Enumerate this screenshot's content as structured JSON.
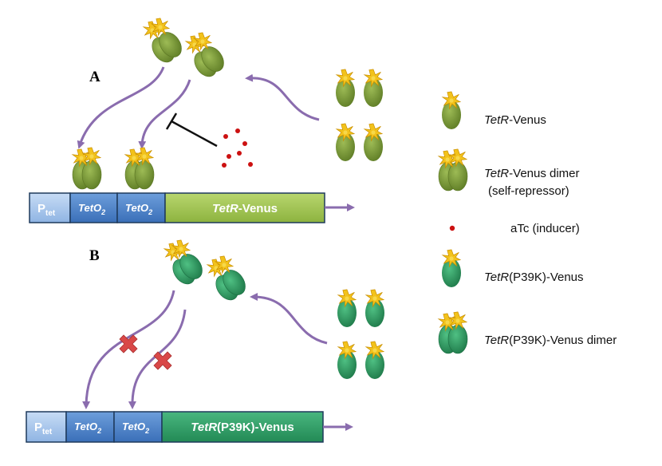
{
  "panels": {
    "a_label": "A",
    "b_label": "B"
  },
  "construct_a": {
    "ptet": "P",
    "ptet_sub": "tet",
    "teto1": "TetO",
    "teto1_sub": "2",
    "teto2": "TetO",
    "teto2_sub": "2",
    "gene_italic": "TetR",
    "gene_rest": "-Venus"
  },
  "construct_b": {
    "ptet": "P",
    "ptet_sub": "tet",
    "teto1": "TetO",
    "teto1_sub": "2",
    "teto2": "TetO",
    "teto2_sub": "2",
    "gene_italic": "TetR",
    "gene_rest": "(P39K)-Venus"
  },
  "legend": {
    "item1_italic": "TetR",
    "item1_rest": "-Venus",
    "item2_italic": "TetR",
    "item2_rest": "-Venus dimer",
    "item2_line2": "(self-repressor)",
    "item3": "aTc (inducer)",
    "item4_italic": "TetR",
    "item4_rest": "(P39K)-Venus",
    "item5_italic": "TetR",
    "item5_rest": "(P39K)-Venus dimer"
  },
  "colors": {
    "olive": "#7a9a35",
    "teal": "#2e9d63",
    "ptet": "#a9c8ee",
    "teto": "#4f86cc",
    "gene_a": "#a6c957",
    "gene_b": "#33a06a",
    "arrow": "#8a6cae",
    "inducer": "#cc1111",
    "cross": "#d94848",
    "star": "#f2c21b"
  }
}
